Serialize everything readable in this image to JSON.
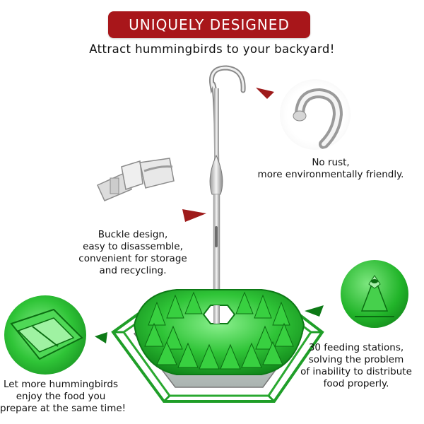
{
  "header": {
    "banner": "UNIQUELY DESIGNED",
    "subtitle": "Attract hummingbirds to your backyard!"
  },
  "callouts": {
    "hook": {
      "lines": [
        "No rust,",
        "more environmentally friendly."
      ]
    },
    "buckle": {
      "lines": [
        "Buckle design,",
        "easy to disassemble,",
        "convenient for storage",
        "and recycling."
      ]
    },
    "feeding_stations": {
      "lines": [
        "30 feeding stations,",
        "solving the problem",
        "of inability to distribute",
        "food properly."
      ]
    },
    "share_food": {
      "lines": [
        "Let more hummingbirds",
        "enjoy the food you",
        "prepare at the same time!"
      ]
    }
  },
  "colors": {
    "banner_red": "#a8161a",
    "pointer_red": "#9e1b1b",
    "feeder_green": "#22b52a",
    "feeder_dark_green": "#0d7a16",
    "text": "#111111"
  },
  "icons": {
    "hook_closeup": "hook-closeup-icon",
    "buckle_closeup": "buckle-clip-icon",
    "port_closeup": "feeding-port-closeup-icon",
    "tray_closeup": "tray-closeup-icon"
  }
}
